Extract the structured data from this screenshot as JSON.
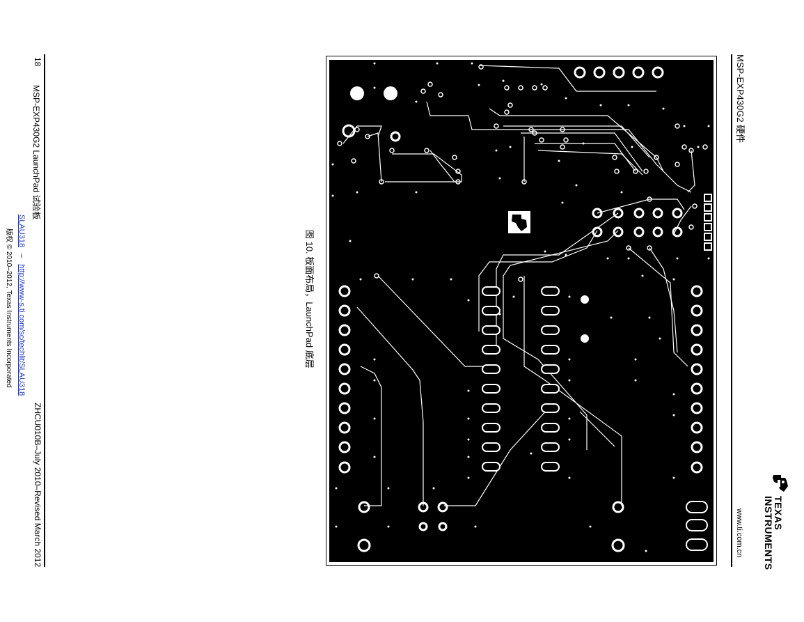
{
  "header": {
    "section": "MSP-EXP430G2 硬件",
    "url": "www.ti.com.cn",
    "logo": {
      "line1": "TEXAS",
      "line2": "INSTRUMENTS",
      "icon": "ti-logo-icon"
    }
  },
  "figure": {
    "caption": "图 10. 板面布局，LaunchPad 底层"
  },
  "footer": {
    "page_number": "18",
    "doc_title": "MSP-EXP430G2 LaunchPad 试验板",
    "doc_id": "SLAU318",
    "separator": "–",
    "link": "http://www-s.ti.com/sc/techlit/SLAU318",
    "copyright": "版权 © 2010–2012, Texas Instruments Incorporated",
    "revision": "ZHCU010B–July 2010–Revised March 2012"
  },
  "colors": {
    "link": "#1a35c9",
    "board": "#000000",
    "copper": "#ffffff"
  }
}
